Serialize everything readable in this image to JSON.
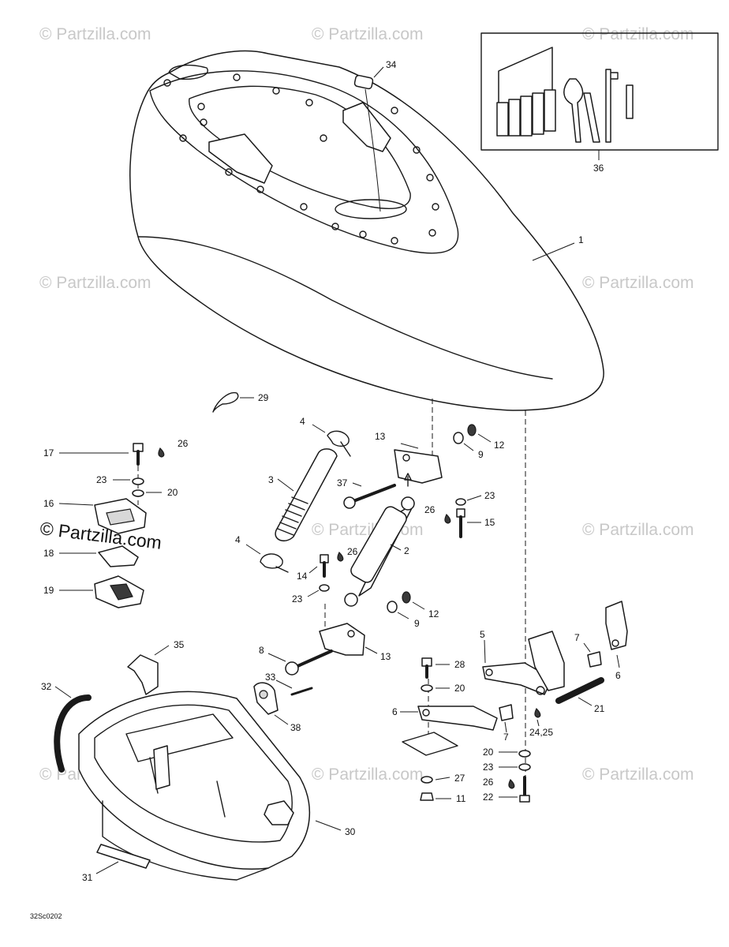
{
  "watermark": {
    "text": "© Partzilla.com",
    "featured_text": "© Partzilla.com"
  },
  "drawing_code": "32Sc0202",
  "callouts": {
    "c1": "1",
    "c2": "2",
    "c3": "3",
    "c4a": "4",
    "c4b": "4",
    "c5": "5",
    "c6a": "6",
    "c6b": "6",
    "c7a": "7",
    "c7b": "7",
    "c8": "8",
    "c9a": "9",
    "c9b": "9",
    "c11": "11",
    "c12a": "12",
    "c12b": "12",
    "c13a": "13",
    "c13b": "13",
    "c14": "14",
    "c15": "15",
    "c16": "16",
    "c17": "17",
    "c18": "18",
    "c19": "19",
    "c20a": "20",
    "c20b": "20",
    "c20c": "20",
    "c21": "21",
    "c22": "22",
    "c23a": "23",
    "c23b": "23",
    "c23c": "23",
    "c23d": "23",
    "c2425": "24,25",
    "c26a": "26",
    "c26b": "26",
    "c26c": "26",
    "c26d": "26",
    "c27": "27",
    "c28": "28",
    "c29": "29",
    "c30": "30",
    "c31": "31",
    "c32": "32",
    "c33": "33",
    "c34": "34",
    "c35": "35",
    "c36": "36",
    "c37": "37",
    "c38": "38"
  }
}
